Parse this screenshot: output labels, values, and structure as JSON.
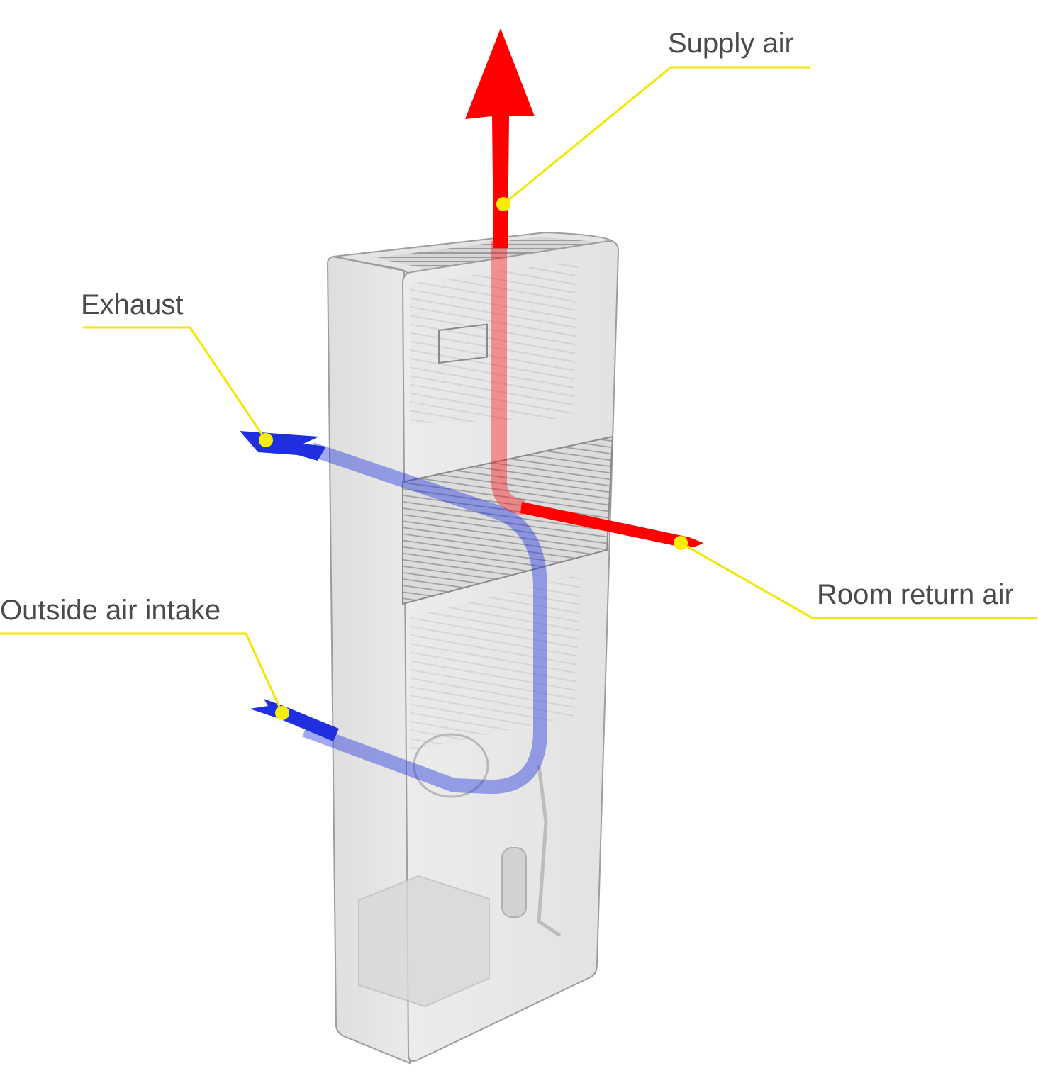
{
  "labels": {
    "supply_air": "Supply air",
    "exhaust": "Exhaust",
    "room_return_air": "Room return air",
    "outside_air_intake": "Outside air intake"
  },
  "colors": {
    "warm_air": "#ff0000",
    "cool_air": "#1f2fe0",
    "leader": "#f2e600",
    "label_text": "#4a4a4a"
  }
}
